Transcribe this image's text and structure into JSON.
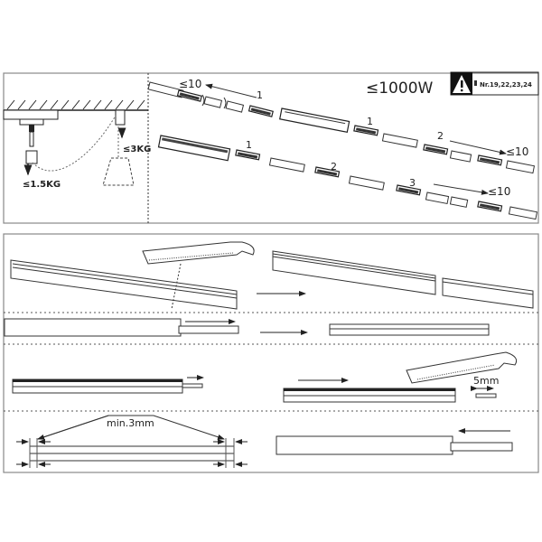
{
  "mounting_panel": {
    "pendant_weight_limit": "≤1.5KG",
    "spot_weight_limit": "≤3KG"
  },
  "connection_panel": {
    "power_limit": "≤1000W",
    "warning_reference": "Nr.19,22,23,24",
    "chain_row_1": {
      "max_label": "≤10",
      "count_label": "1"
    },
    "chain_row_2": {
      "count_1": "1",
      "count_2": "2",
      "max_label": "≤10"
    },
    "chain_row_3": {
      "count_1": "1",
      "count_2": "2",
      "count_3": "3",
      "max_label": "≤10"
    }
  },
  "cutting_panel": {
    "cut_offset_label": "5mm",
    "min_gap_label": "min.3mm"
  },
  "colors": {
    "line": "#333333",
    "frame": "#888888",
    "background": "#ffffff"
  }
}
